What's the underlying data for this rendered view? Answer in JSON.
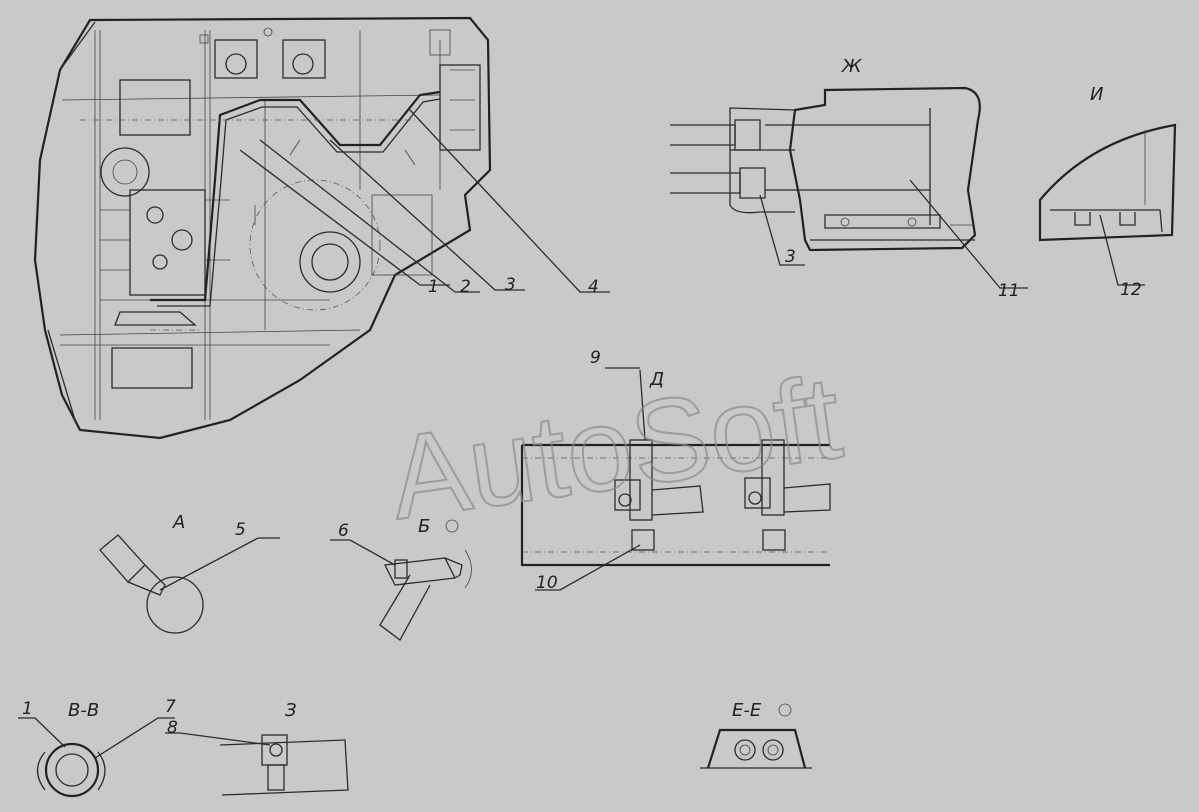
{
  "watermark": "AutoSoft",
  "callouts": [
    "1",
    "2",
    "3",
    "4",
    "5",
    "6",
    "7",
    "8",
    "9",
    "10",
    "11",
    "12"
  ],
  "views": {
    "zh": "Ж",
    "i": "И",
    "d": "Д",
    "a": "А",
    "b": "Б",
    "vv": "В-В",
    "z": "З",
    "ee": "Е-Е"
  }
}
